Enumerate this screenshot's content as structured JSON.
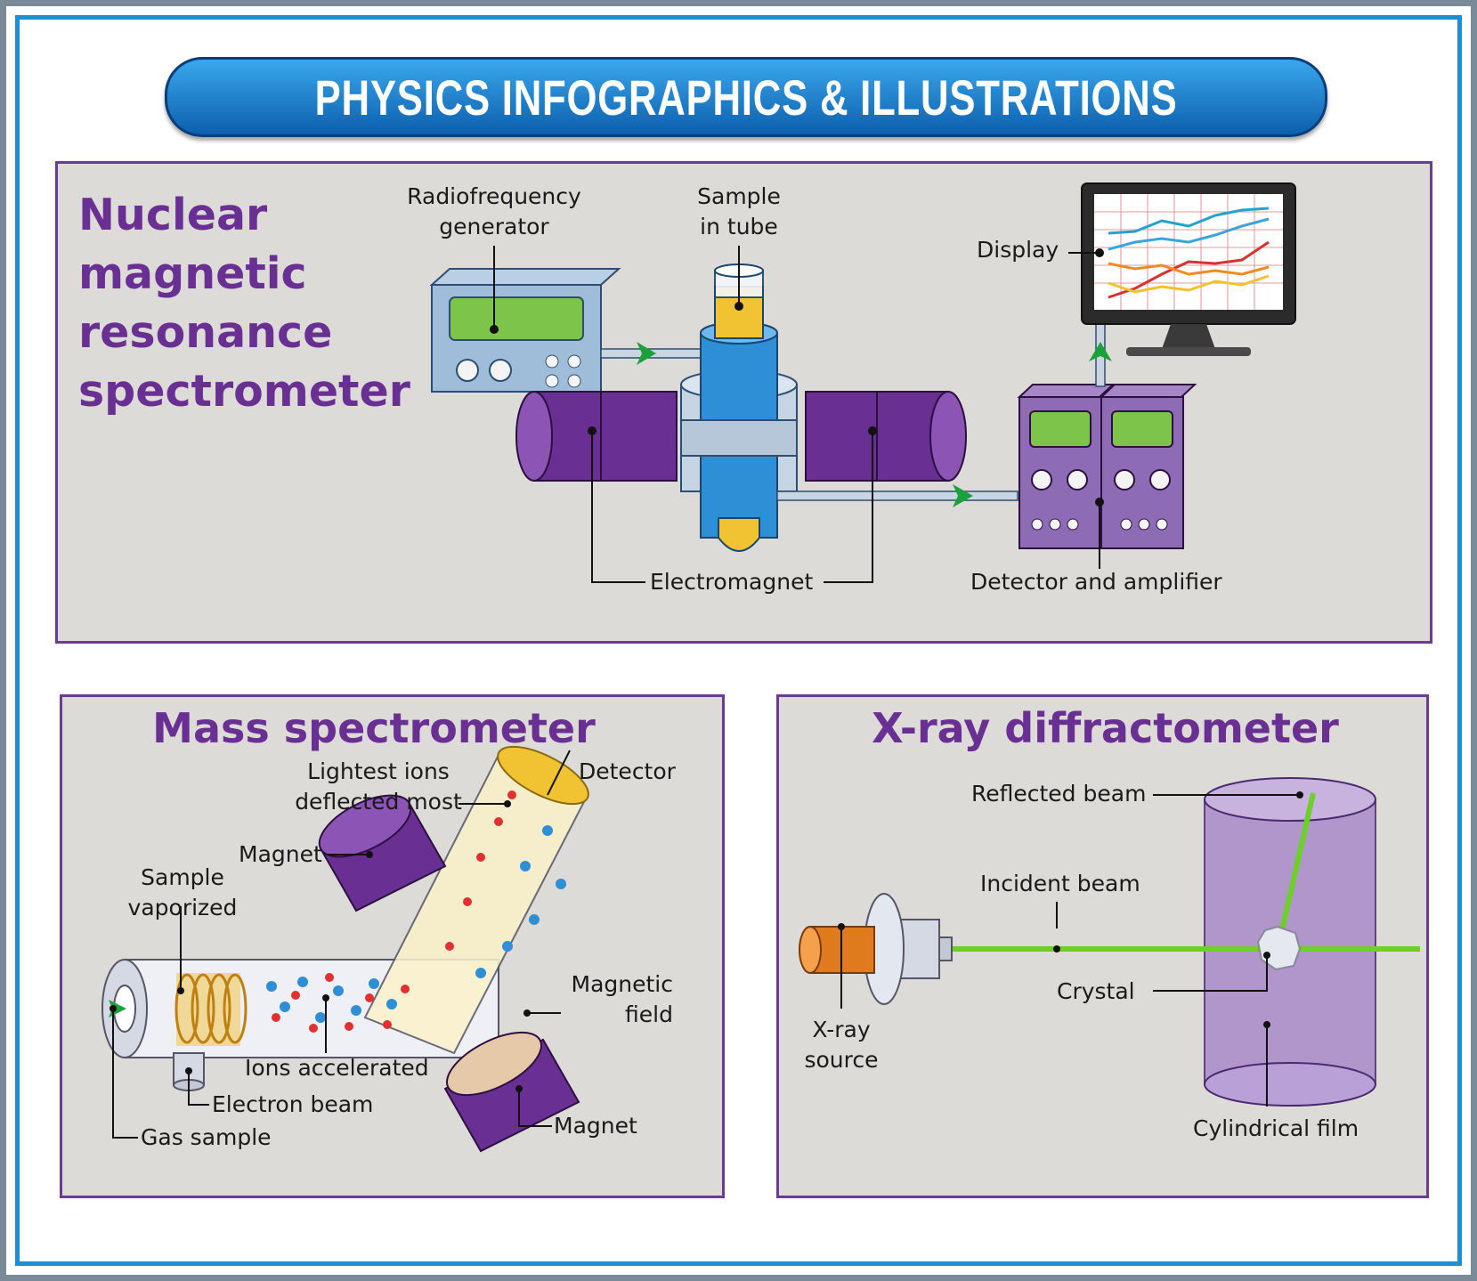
{
  "header": {
    "title": "PHYSICS INFOGRAPHICS & ILLUSTRATIONS"
  },
  "nmr": {
    "title_lines": [
      "Nuclear",
      "magnetic",
      "resonance",
      "spectrometer"
    ],
    "labels": {
      "rf_generator": [
        "Radiofrequency",
        "generator"
      ],
      "sample_tube": [
        "Sample",
        "in tube"
      ],
      "display": "Display",
      "electromagnet": "Electromagnet",
      "detector_amplifier": "Detector and amplifier"
    }
  },
  "mass": {
    "title": "Mass spectrometer",
    "labels": {
      "lightest_ions": [
        "Lightest ions",
        "deflected most"
      ],
      "detector": "Detector",
      "magnet_top": "Magnet",
      "sample_vaporized": [
        "Sample",
        "vaporized"
      ],
      "magnetic_field": [
        "Magnetic",
        "field"
      ],
      "ions_accelerated": "Ions accelerated",
      "electron_beam": "Electron beam",
      "gas_sample": "Gas sample",
      "magnet_bottom": "Magnet"
    }
  },
  "xray": {
    "title": "X-ray diffractometer",
    "labels": {
      "reflected_beam": "Reflected beam",
      "incident_beam": "Incident beam",
      "crystal": "Crystal",
      "xray_source": [
        "X-ray",
        "source"
      ],
      "cylindrical_film": "Cylindrical film"
    }
  },
  "colors": {
    "accent_purple": "#6a2f93",
    "banner_blue": "#1e8fd0",
    "panel_bg": "#dcdbd7",
    "arrow_green": "#1aa13a"
  }
}
